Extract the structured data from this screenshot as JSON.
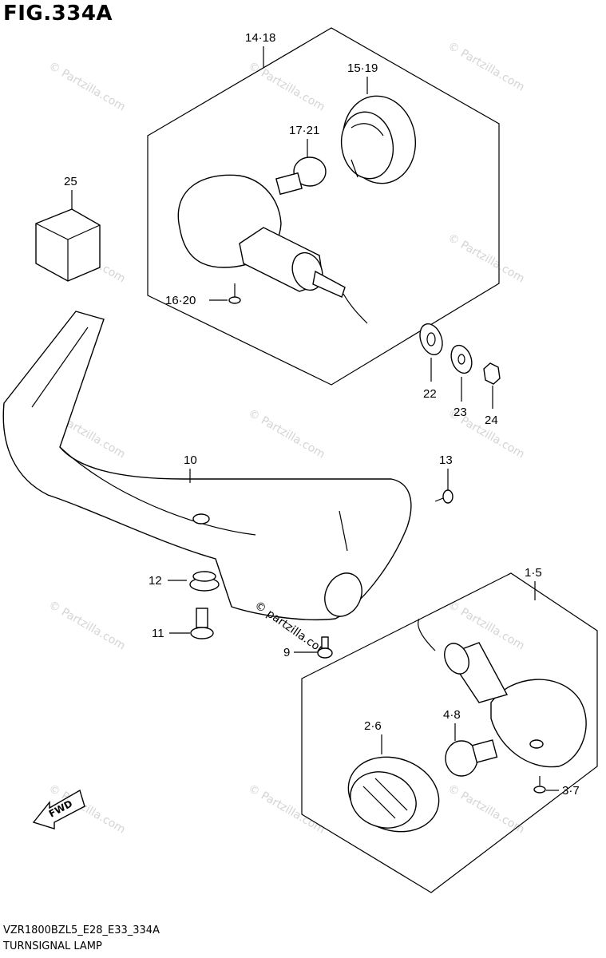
{
  "figure": {
    "title": "FIG.334A",
    "model_code": "VZR1800BZL5_E28_E33_334A",
    "caption": "TURNSIGNAL LAMP"
  },
  "callouts": {
    "c14_18": "14·18",
    "c15_19": "15·19",
    "c17_21": "17·21",
    "c16_20": "16·20",
    "c25": "25",
    "c22": "22",
    "c23": "23",
    "c24": "24",
    "c10": "10",
    "c13": "13",
    "c12": "12",
    "c11": "11",
    "c9": "9",
    "c1_5": "1·5",
    "c2_6": "2·6",
    "c4_8": "4·8",
    "c3_7": "3·7"
  },
  "fwd_arrow": "FWD",
  "watermark": {
    "text": "© Partzilla.com",
    "main_text": "© partzilla.com"
  }
}
